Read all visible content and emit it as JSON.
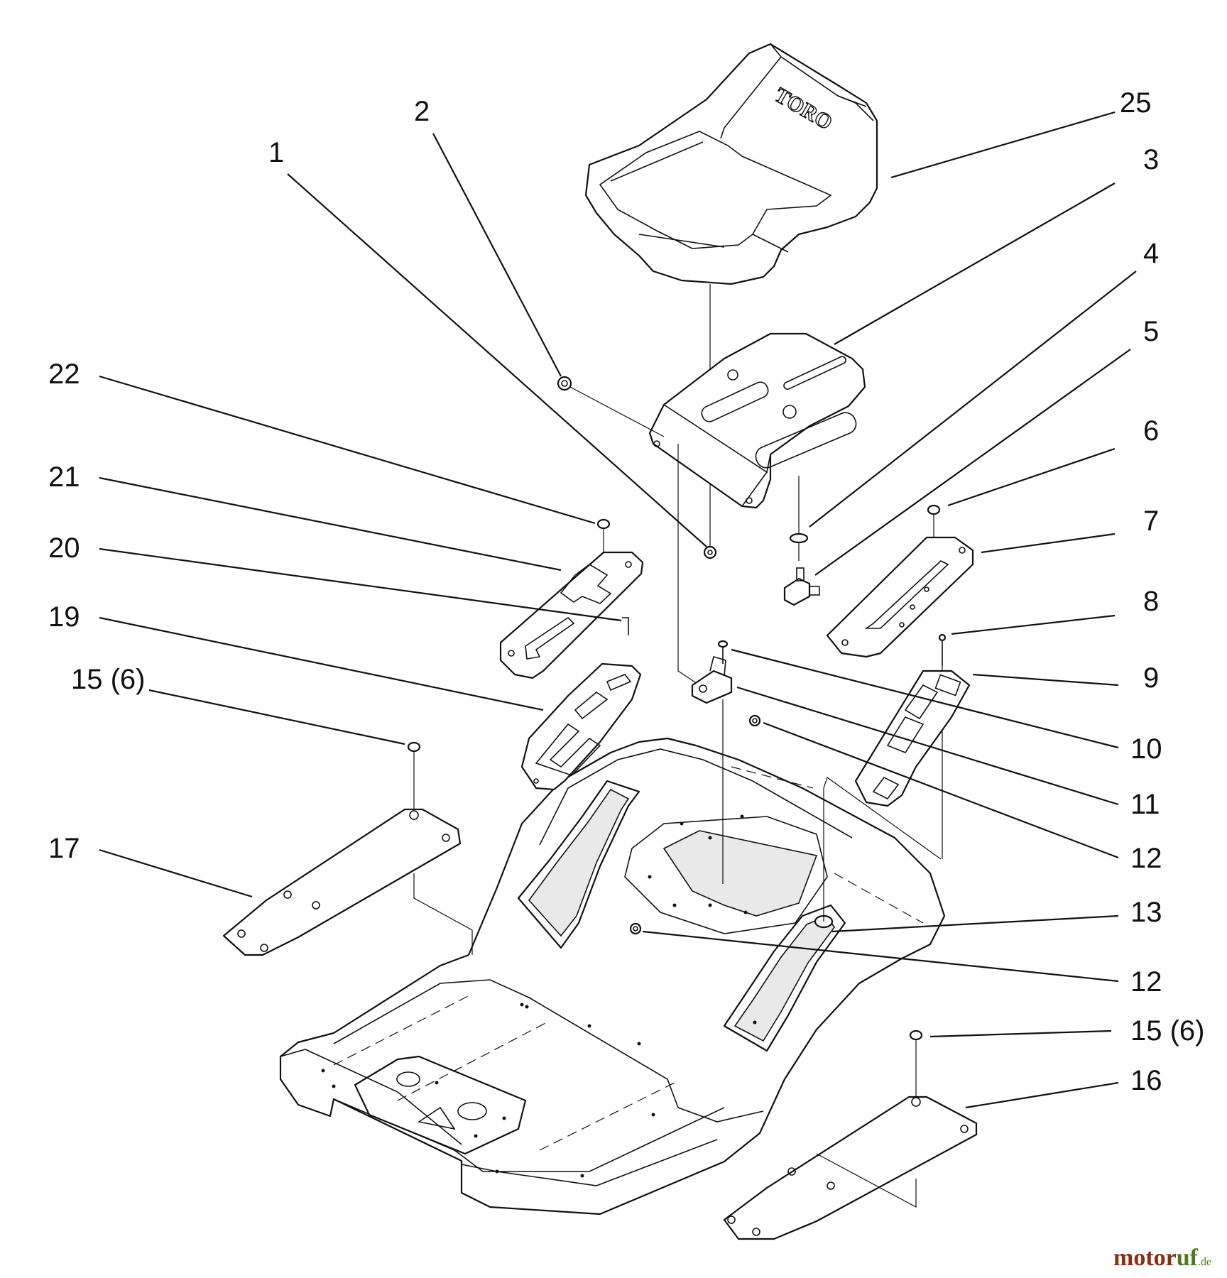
{
  "diagram": {
    "seat_brand": "TORO",
    "callouts": {
      "c1": "1",
      "c2": "2",
      "c3": "3",
      "c4": "4",
      "c5": "5",
      "c6": "6",
      "c7": "7",
      "c8": "8",
      "c9": "9",
      "c10": "10",
      "c11": "11",
      "c12a": "12",
      "c12b": "12",
      "c13": "13",
      "c15a": "15 (6)",
      "c15b": "15 (6)",
      "c16": "16",
      "c17": "17",
      "c19": "19",
      "c20": "20",
      "c21": "21",
      "c22": "22",
      "c25": "25"
    }
  },
  "watermark": {
    "part1": "motor",
    "part2": "uf",
    "suffix": ".de"
  }
}
